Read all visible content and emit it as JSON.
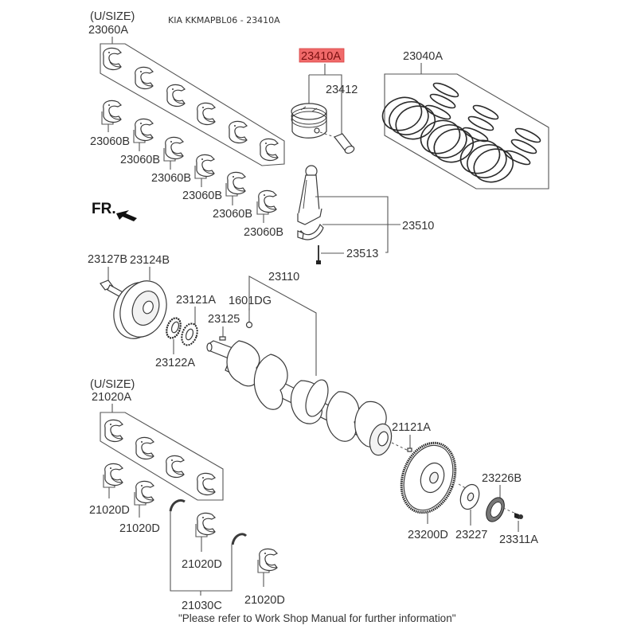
{
  "header": {
    "title": "KIA KKMAPBL06 - 23410A"
  },
  "footer": {
    "note": "\"Please refer to Work Shop Manual for further information\""
  },
  "orientation": {
    "label": "FR."
  },
  "highlight": {
    "part_number": "23410A",
    "color": "#f06a6a"
  },
  "groups": {
    "upper_bearing_set": {
      "qualifier": "(U/SIZE)",
      "part_number": "23060A"
    },
    "lower_bearing_set": {
      "qualifier": "(U/SIZE)",
      "part_number": "21020A"
    },
    "piston_rings": {
      "part_number": "23040A"
    }
  },
  "labels": {
    "piston_assy": "23410A",
    "piston_pin": "23412",
    "piston_ring_set": "23040A",
    "conn_bearing_1": "23060B",
    "conn_bearing_2": "23060B",
    "conn_bearing_3": "23060B",
    "conn_bearing_4": "23060B",
    "conn_bearing_5": "23060B",
    "conn_bearing_6": "23060B",
    "connecting_rod": "23510",
    "rod_bolt": "23513",
    "pulley_bolt": "23127B",
    "damper_pulley": "23124B",
    "sprocket": "23121A",
    "crank_gear": "23122A",
    "key": "23125",
    "plug": "1601DG",
    "crankshaft": "23110",
    "dowel_pin": "21121A",
    "drive_plate": "23200D",
    "adapter_plate": "23227",
    "reinforcement_plate": "23226B",
    "plate_bolt": "23311A",
    "main_bearing_1": "21020D",
    "main_bearing_2": "21020D",
    "main_bearing_3": "21020D",
    "main_bearing_4": "21020D",
    "thrust_washer": "21030C"
  }
}
